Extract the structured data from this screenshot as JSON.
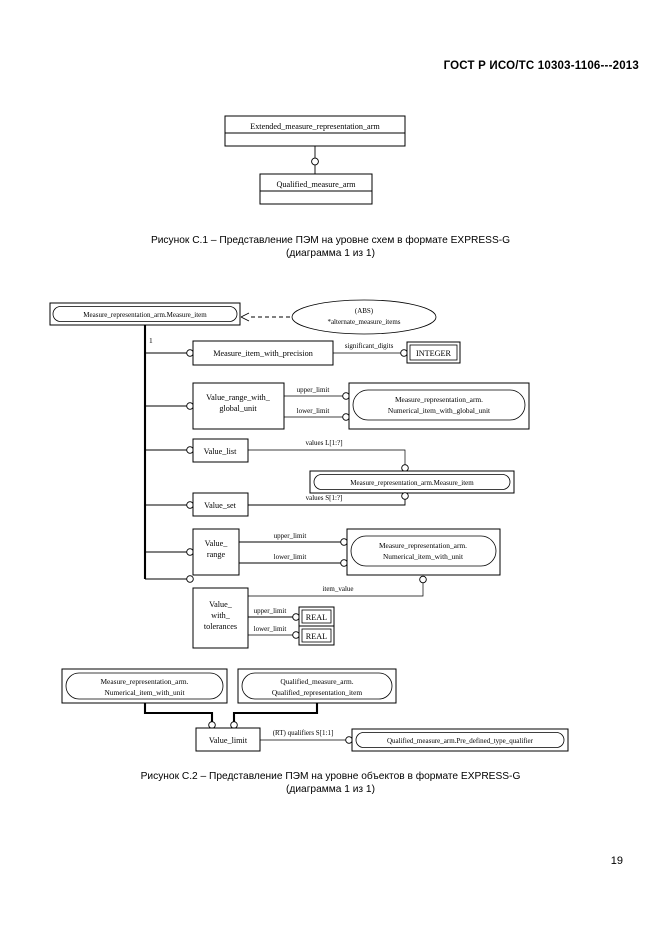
{
  "document": {
    "header": "ГОСТ Р ИСО/ТС 10303-1106---2013",
    "page_number": "19"
  },
  "figure_c1": {
    "caption_line1": "Рисунок  С.1 – Представление ПЭМ на уровне схем в формате EXPRESS-G",
    "caption_line2": "(диаграмма 1 из 1)",
    "nodes": {
      "schema_top": "Extended_measure_representation_arm",
      "schema_child": "Qualified_measure_arm"
    }
  },
  "figure_c2": {
    "caption_line1": "Рисунок  С.2 – Представление ПЭМ на уровне объектов в формате EXPRESS-G",
    "caption_line2": "(диаграмма 1 из 1)",
    "nodes": {
      "measure_item": "Measure_representation_arm.Measure_item",
      "abs_line1": "(ABS)",
      "abs_line2": "*alternate_measure_items",
      "measure_item_with_precision": "Measure_item_with_precision",
      "integer": "INTEGER",
      "value_range_with_global_unit_l1": "Value_range_with_",
      "value_range_with_global_unit_l2": "global_unit",
      "numerical_item_with_global_unit_l1": "Measure_representation_arm.",
      "numerical_item_with_global_unit_l2": "Numerical_item_with_global_unit",
      "value_list": "Value_list",
      "measure_item_ref": "Measure_representation_arm.Measure_item",
      "value_set": "Value_set",
      "value_range_l1": "Value_",
      "value_range_l2": "range",
      "numerical_item_with_unit_l1": "Measure_representation_arm.",
      "numerical_item_with_unit_l2": "Numerical_item_with_unit",
      "value_with_tolerances_l1": "Value_",
      "value_with_tolerances_l2": "with_",
      "value_with_tolerances_l3": "tolerances",
      "real_upper": "REAL",
      "real_lower": "REAL",
      "numerical_item_with_unit_b_l1": "Measure_representation_arm.",
      "numerical_item_with_unit_b_l2": "Numerical_item_with_unit",
      "qualified_representation_item_l1": "Qualified_measure_arm.",
      "qualified_representation_item_l2": "Qualified_representation_item",
      "value_limit": "Value_limit",
      "pre_defined_type_qualifier": "Qualified_measure_arm.Pre_defined_type_qualifier"
    },
    "edge_labels": {
      "cardinality_1": "1",
      "significant_digits": "significant_digits",
      "upper_limit_a": "upper_limit",
      "lower_limit_a": "lower_limit",
      "values_list": "values L[1:?]",
      "values_set": "values S[1:?]",
      "upper_limit_b": "upper_limit",
      "lower_limit_b": "lower_limit",
      "item_value": "item_value",
      "upper_limit_c": "upper_limit",
      "lower_limit_c": "lower_limit",
      "rt_qualifiers": "(RT) qualifiers S[1:1]"
    }
  }
}
